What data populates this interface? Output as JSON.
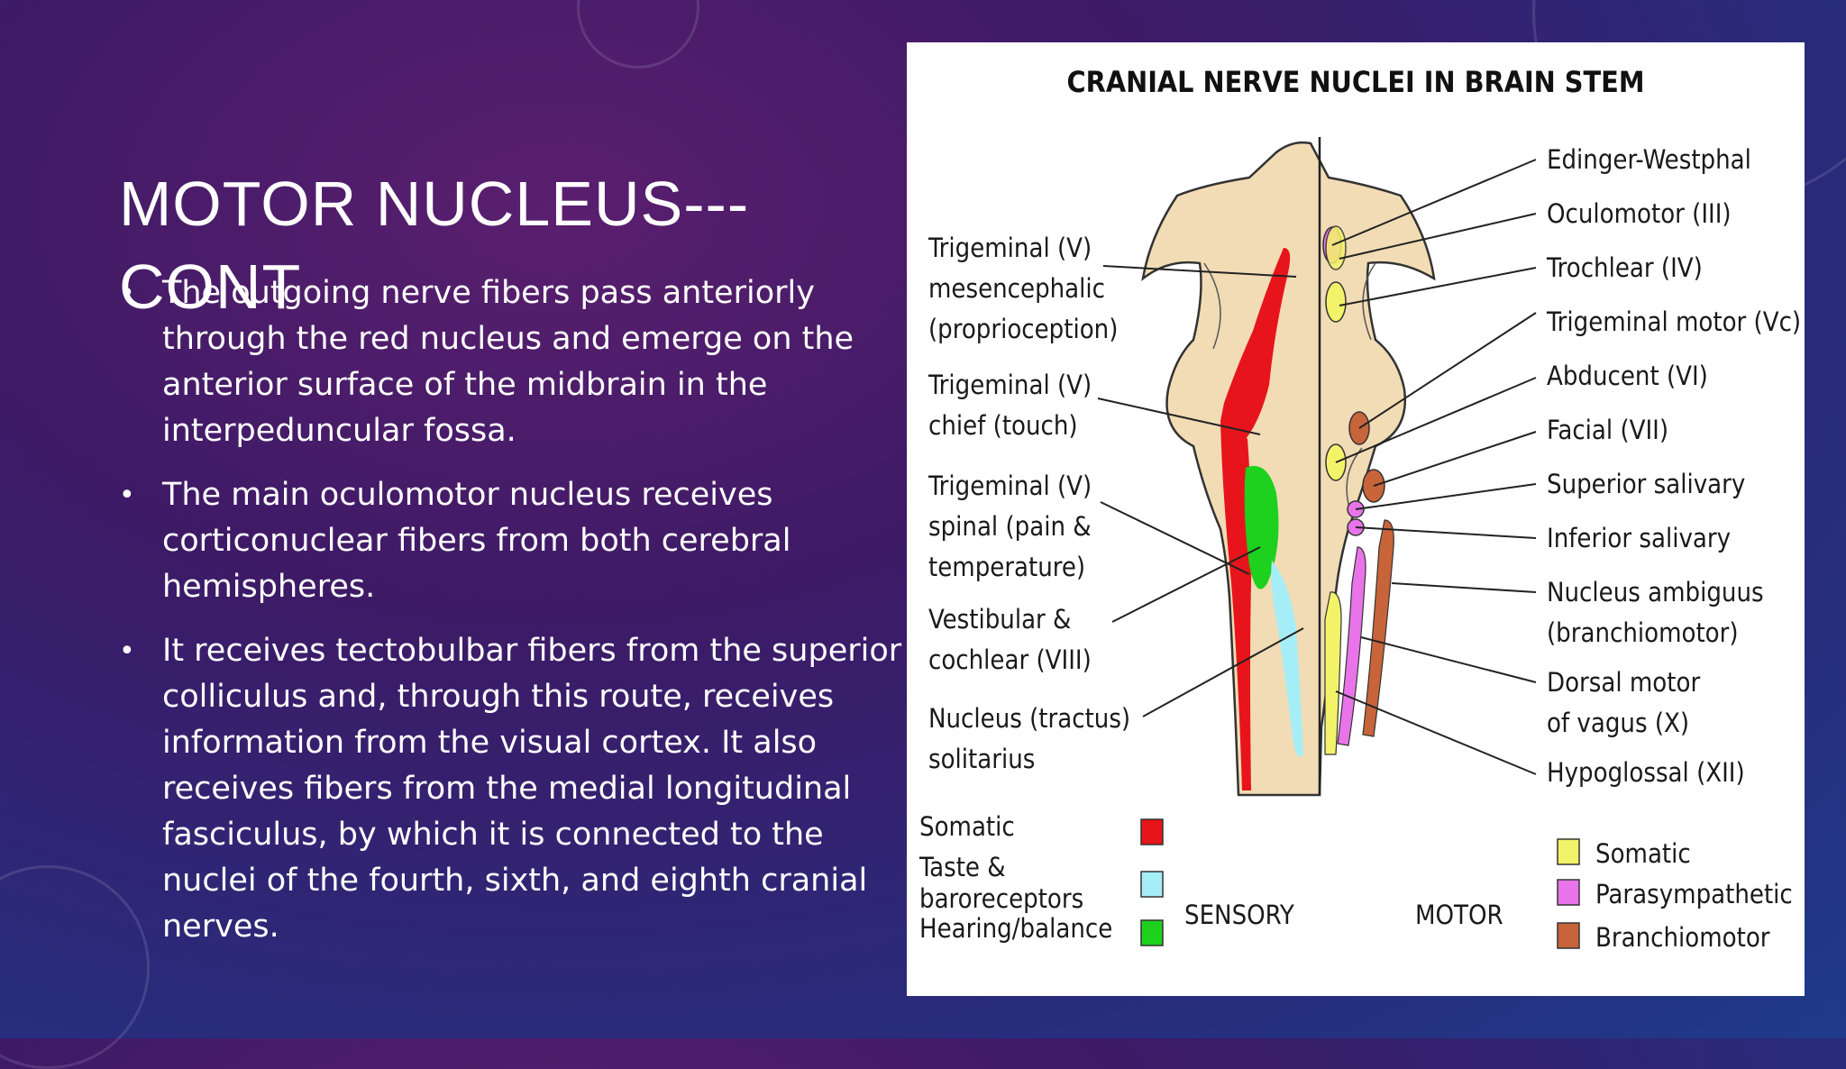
{
  "slide": {
    "title": "MOTOR NUCLEUS--- CONT",
    "bullets": [
      "The outgoing nerve fibers pass anteriorly through the red nucleus and emerge on the anterior surface of the midbrain in the interpeduncular fossa.",
      "The main oculomotor nucleus receives corticonuclear fibers from both cerebral hemispheres.",
      "It receives tectobulbar fibers from the superior colliculus and, through this route, receives information from the visual cortex. It also receives fibers from the medial longitudinal fasciculus, by which it is connected to the nuclei of the fourth, sixth, and eighth cranial nerves."
    ],
    "bullet_symbol": "•"
  },
  "diagram": {
    "title": "CRANIAL NERVE NUCLEI IN BRAIN STEM",
    "left_labels": [
      [
        "Trigeminal (V)",
        "mesencephalic",
        "(proprioception)"
      ],
      [
        "Trigeminal (V)",
        "chief (touch)"
      ],
      [
        "Trigeminal (V)",
        "spinal (pain &",
        "temperature)"
      ],
      [
        "Vestibular &",
        "cochlear (VIII)"
      ],
      [
        "Nucleus (tractus)",
        "solitarius"
      ]
    ],
    "right_labels": [
      [
        "Edinger-Westphal"
      ],
      [
        "Oculomotor (III)"
      ],
      [
        "Trochlear (IV)"
      ],
      [
        "Trigeminal motor (Vc)"
      ],
      [
        "Abducent (VI)"
      ],
      [
        "Facial (VII)"
      ],
      [
        "Superior salivary"
      ],
      [
        "Inferior salivary"
      ],
      [
        "Nucleus ambiguus",
        "(branchiomotor)"
      ],
      [
        "Dorsal motor",
        "of vagus (X)"
      ],
      [
        "Hypoglossal (XII)"
      ]
    ],
    "legend": {
      "sensory_heading": "SENSORY",
      "motor_heading": "MOTOR",
      "sensory_items": [
        {
          "label": [
            "Somatic"
          ],
          "color": "#e8141b"
        },
        {
          "label": [
            "Taste &",
            "baroreceptors"
          ],
          "color": "#a6eef7"
        },
        {
          "label": [
            "Hearing/balance"
          ],
          "color": "#1ed11e"
        }
      ],
      "motor_items": [
        {
          "label": "Somatic",
          "color": "#f3f36a"
        },
        {
          "label": "Parasympathetic",
          "color": "#e974e9"
        },
        {
          "label": "Branchiomotor",
          "color": "#c8643a"
        }
      ]
    },
    "colors": {
      "brainstem": "#f2dcb5",
      "outline": "#333333",
      "somatic_sensory": "#e8141b",
      "hearing_balance": "#1ed11e",
      "taste": "#a6eef7",
      "somatic_motor": "#f3f36a",
      "parasympathetic": "#e974e9",
      "branchiomotor": "#c8643a"
    }
  }
}
